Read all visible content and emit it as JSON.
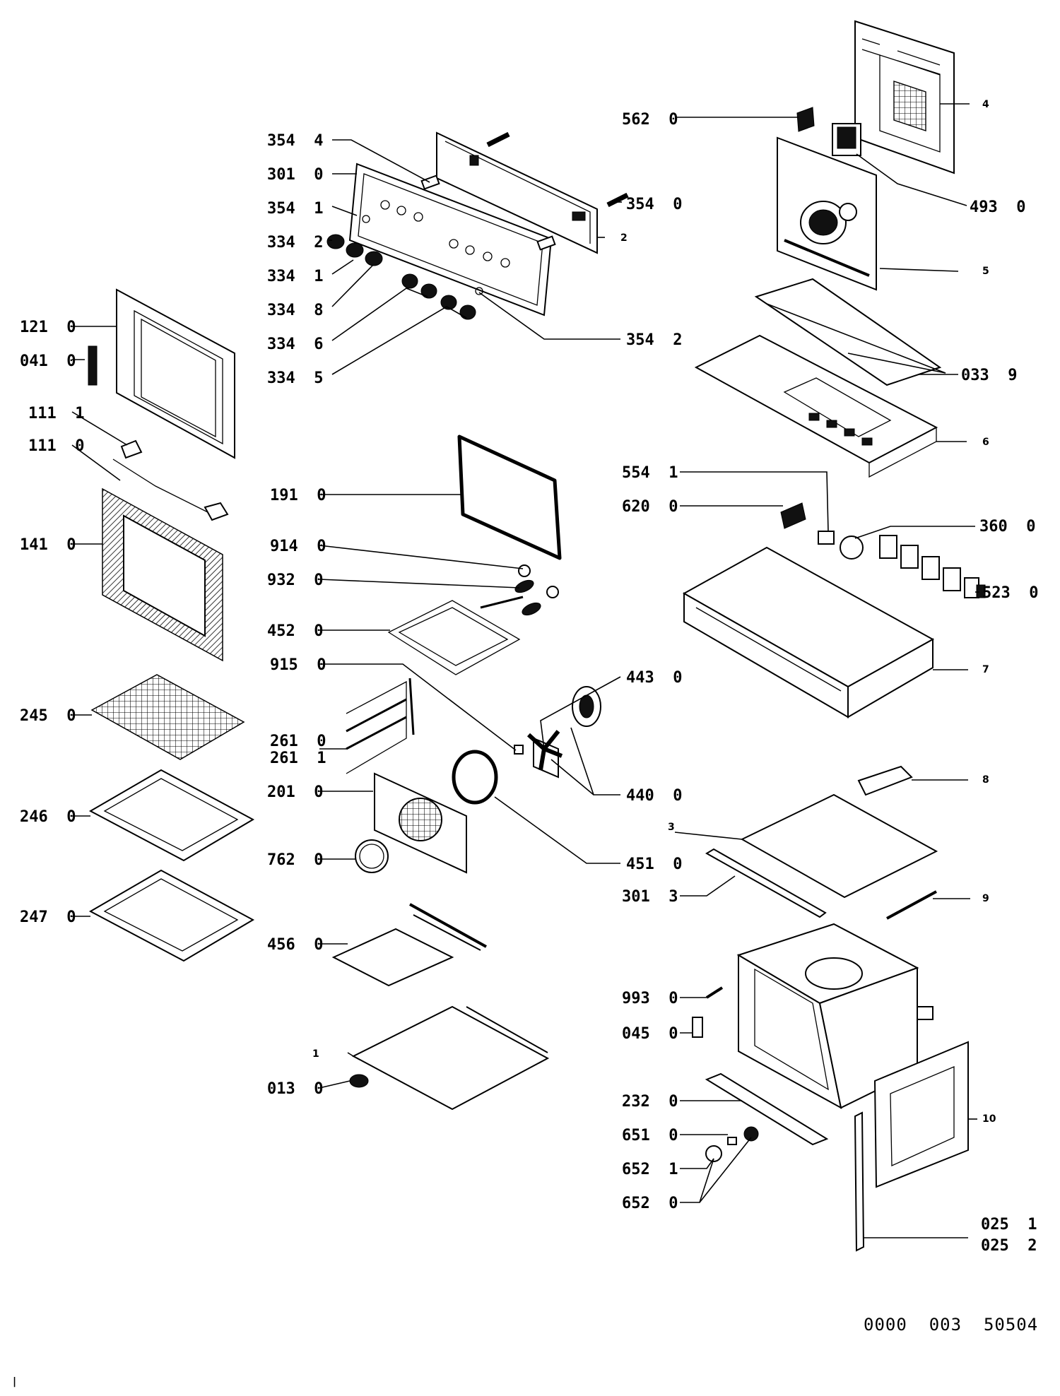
{
  "callouts": {
    "c3544": "354  4",
    "c3010": "301  0",
    "c3541": "354  1",
    "c3342": "334  2",
    "c3341": "334  1",
    "c3348": "334  8",
    "c3346": "334  6",
    "c3345": "334  5",
    "c3540": "354  0",
    "c3542": "354  2",
    "c5620": "562  0",
    "c4930": "493  0",
    "c0339": "033  9",
    "c5541": "554  1",
    "c6200": "620  0",
    "c3600": "360  0",
    "c5230": "523  0",
    "c1210": "121  0",
    "c0410": "041  0",
    "c1111": "111  1",
    "c1110": "111  0",
    "c1410": "141  0",
    "c2450": "245  0",
    "c2460": "246  0",
    "c2470": "247  0",
    "c1910": "191  0",
    "c9140": "914  0",
    "c9320": "932  0",
    "c4520": "452  0",
    "c9150": "915  0",
    "c4430": "443  0",
    "c2610": "261  0",
    "c2611": "261  1",
    "c2010": "201  0",
    "c4400": "440  0",
    "c7620": "762  0",
    "c4510": "451  0",
    "c4560": "456  0",
    "c0130": "013  0",
    "c3013": "301  3",
    "c9930": "993  0",
    "c0450": "045  0",
    "c2320": "232  0",
    "c6510": "651  0",
    "c6521": "652  1",
    "c6520": "652  0",
    "c0251": "025  1",
    "c0252": "025  2"
  },
  "ref_numbers": {
    "r1": "1",
    "r2": "2",
    "r3": "3",
    "r4": "4",
    "r5": "5",
    "r6": "6",
    "r7": "7",
    "r8": "8",
    "r9": "9",
    "r10": "10"
  },
  "footer": {
    "doc_code": "0000  003  50504",
    "corner_mark": "|"
  }
}
